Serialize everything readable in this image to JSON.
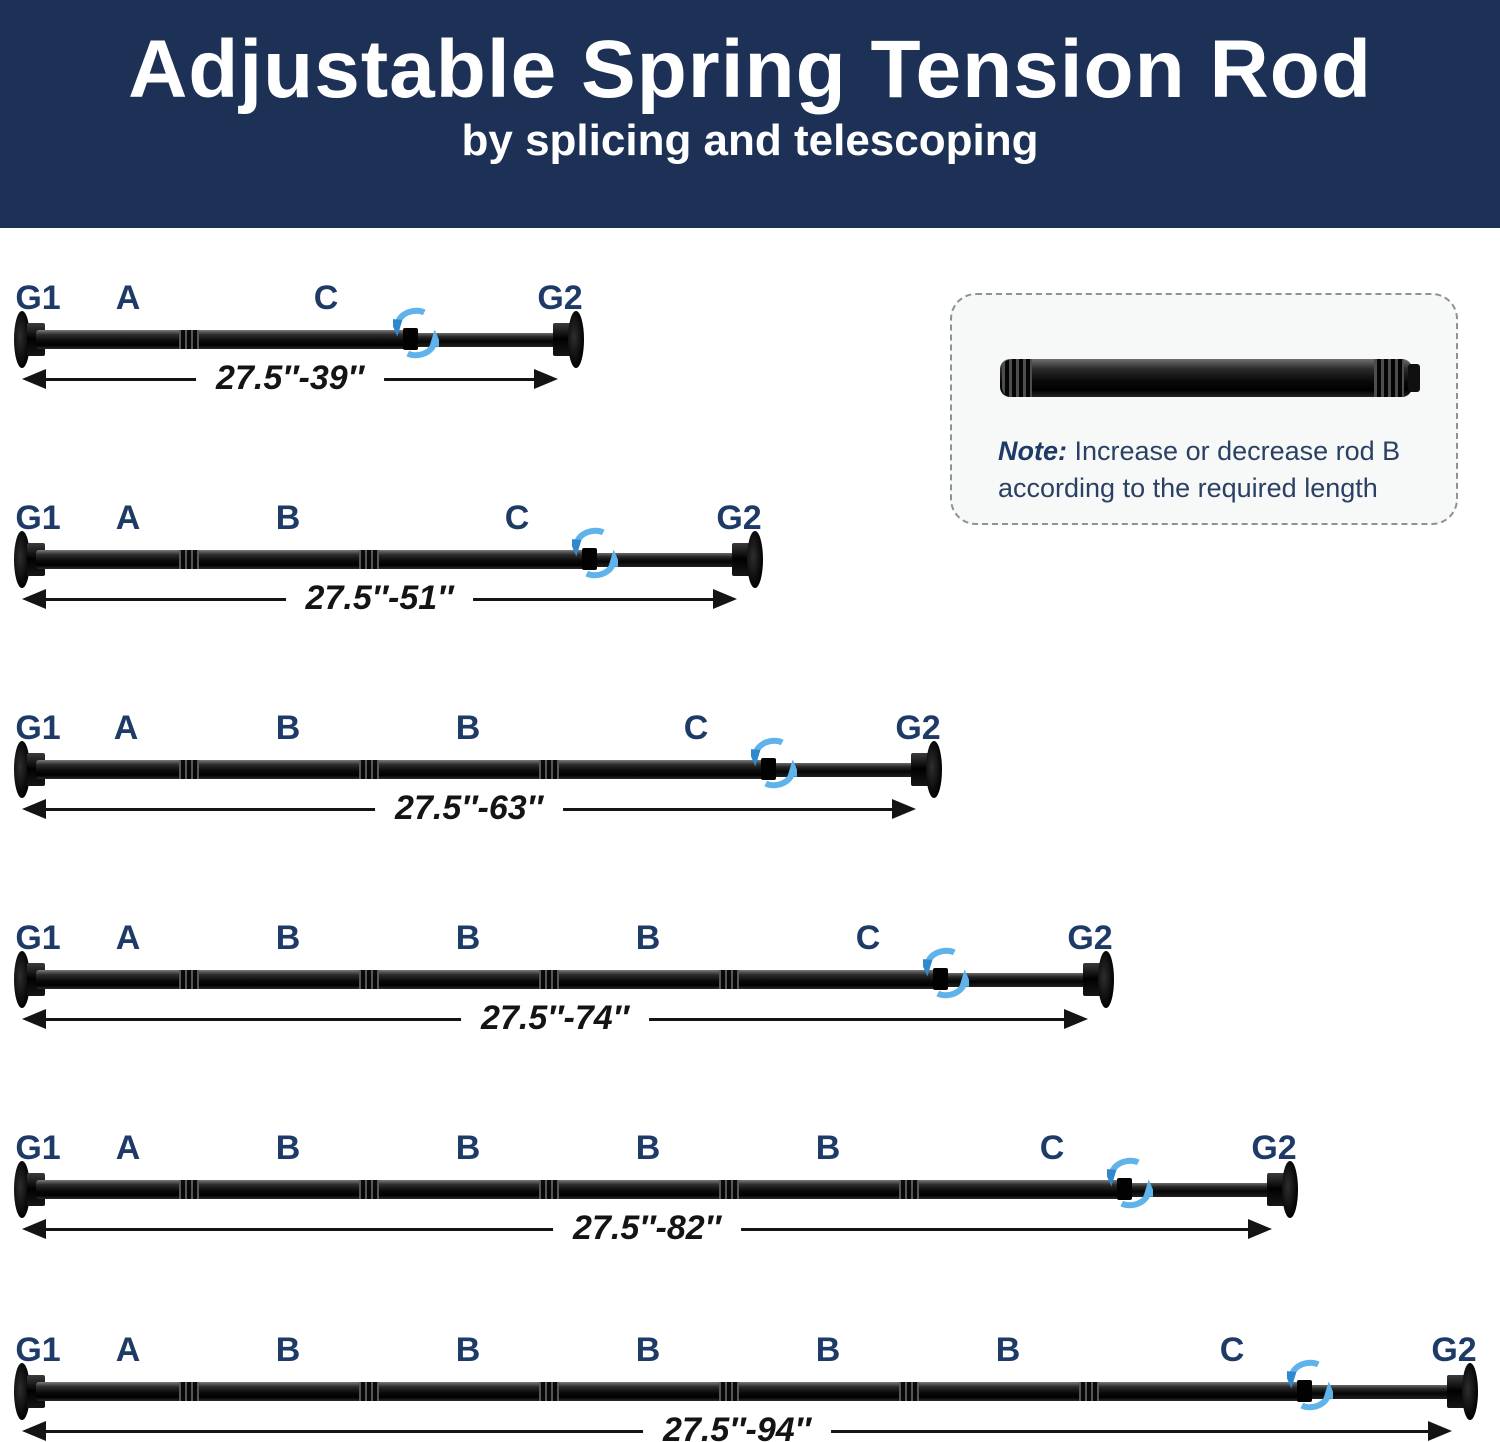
{
  "header": {
    "title": "Adjustable Spring Tension Rod",
    "subtitle": "by splicing and telescoping"
  },
  "note": {
    "prefix": "Note:",
    "body": "Increase or decrease rod B according to the required length",
    "image": "rod-b-segment"
  },
  "rods": [
    {
      "labels": [
        "G1",
        "A",
        "C",
        "G2"
      ],
      "range": "27.5″-39″"
    },
    {
      "labels": [
        "G1",
        "A",
        "B",
        "C",
        "G2"
      ],
      "range": "27.5″-51″"
    },
    {
      "labels": [
        "G1",
        "A",
        "B",
        "B",
        "C",
        "G2"
      ],
      "range": "27.5″-63″"
    },
    {
      "labels": [
        "G1",
        "A",
        "B",
        "B",
        "B",
        "C",
        "G2"
      ],
      "range": "27.5″-74″"
    },
    {
      "labels": [
        "G1",
        "A",
        "B",
        "B",
        "B",
        "B",
        "C",
        "G2"
      ],
      "range": "27.5″-82″"
    },
    {
      "labels": [
        "G1",
        "A",
        "B",
        "B",
        "B",
        "B",
        "B",
        "C",
        "G2"
      ],
      "range": "27.5″-94″"
    }
  ],
  "icons": {
    "rotation": "rotation-arrows-icon"
  },
  "colors": {
    "banner_bg": "#1d3156",
    "banner_text": "#ffffff",
    "segment_label": "#1d3b66",
    "rod": "#0a0a0a",
    "rotation_icon_light": "#5fb3ea",
    "rotation_icon_dark": "#2f88cc",
    "dimension_arrow": "#141414",
    "note_bg": "#f7f8f8",
    "note_border": "#8d9298"
  }
}
